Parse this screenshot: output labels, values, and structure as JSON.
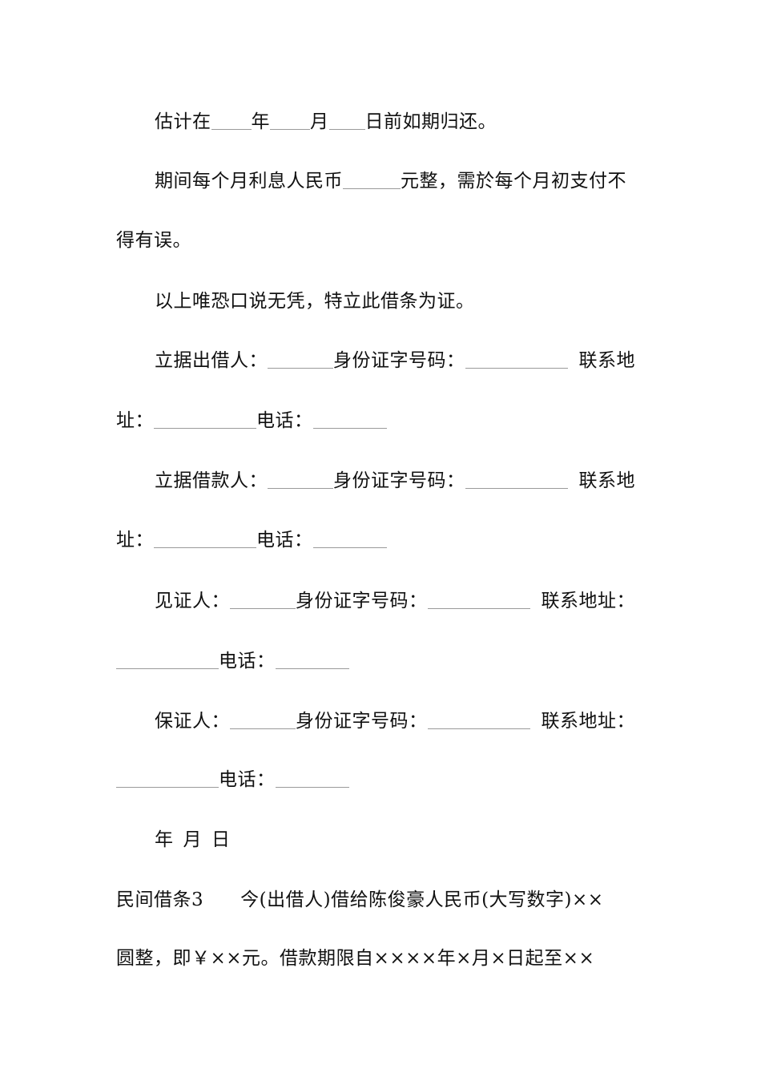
{
  "document": {
    "lines": [
      {
        "parts": [
          "估计在",
          "年",
          "月",
          "日前如期归还。"
        ]
      },
      {
        "parts": [
          "期间每个月利息人民币",
          "元整，需於每个月初支付不"
        ]
      },
      {
        "parts": [
          "得有误。"
        ]
      },
      {
        "parts": [
          "以上唯恐口说无凭，特立此借条为证。"
        ]
      },
      {
        "parts": [
          "立据出借人：",
          "身份证字号码：",
          "联系地"
        ]
      },
      {
        "parts": [
          "址：",
          "电话："
        ]
      },
      {
        "parts": [
          "立据借款人：",
          "身份证字号码：",
          "联系地"
        ]
      },
      {
        "parts": [
          "址：",
          "电话："
        ]
      },
      {
        "parts": [
          "见证人：",
          "身份证字号码：",
          "联系地址："
        ]
      },
      {
        "parts": [
          "电话："
        ]
      },
      {
        "parts": [
          "保证人：",
          "身份证字号码：",
          "联系地址："
        ]
      },
      {
        "parts": [
          "电话："
        ]
      },
      {
        "parts": [
          "年",
          "月",
          "日"
        ]
      },
      {
        "parts": [
          "民间借条3",
          "今(出借人)借给陈俊豪人民币(大写数字)××"
        ]
      },
      {
        "parts": [
          "圆整，即￥××元。借款期限自××××年×月×日起至××"
        ]
      }
    ]
  }
}
